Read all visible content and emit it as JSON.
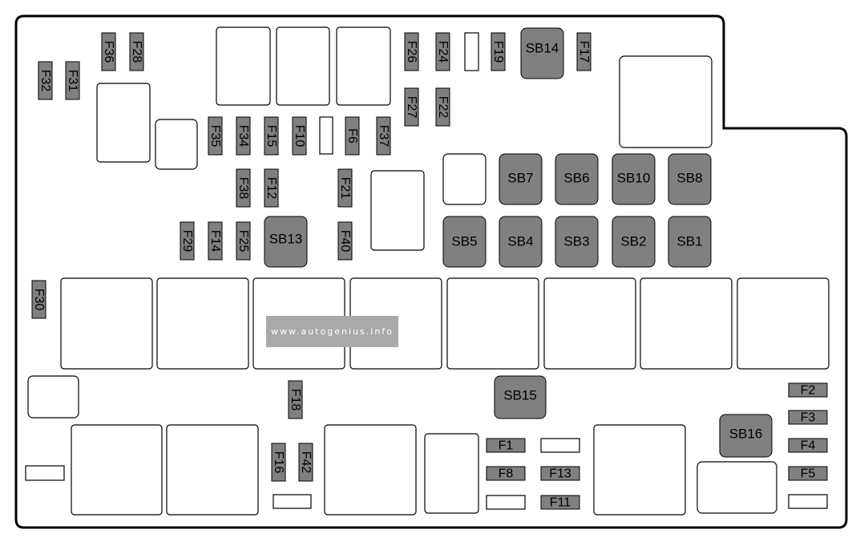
{
  "diagram": {
    "watermark": "www.autogenius.info",
    "fill_color": "#808080",
    "outline_color": "#000000",
    "fuses": {
      "F36": "F36",
      "F28": "F28",
      "F32": "F32",
      "F31": "F31",
      "F26": "F26",
      "F24": "F24",
      "F19": "F19",
      "F17": "F17",
      "F27": "F27",
      "F22": "F22",
      "F35": "F35",
      "F34": "F34",
      "F15": "F15",
      "F10": "F10",
      "F6": "F6",
      "F37": "F37",
      "F38": "F38",
      "F12": "F12",
      "F21": "F21",
      "F29": "F29",
      "F14": "F14",
      "F25": "F25",
      "F40": "F40",
      "F30": "F30",
      "F18": "F18",
      "F16": "F16",
      "F42": "F42",
      "F1": "F1",
      "F8": "F8",
      "F13": "F13",
      "F11": "F11",
      "F2": "F2",
      "F3": "F3",
      "F4": "F4",
      "F5": "F5"
    },
    "sb": {
      "SB14": "SB14",
      "SB7": "SB7",
      "SB6": "SB6",
      "SB10": "SB10",
      "SB8": "SB8",
      "SB5": "SB5",
      "SB4": "SB4",
      "SB3": "SB3",
      "SB2": "SB2",
      "SB1": "SB1",
      "SB13": "SB13",
      "SB15": "SB15",
      "SB16": "SB16"
    }
  }
}
